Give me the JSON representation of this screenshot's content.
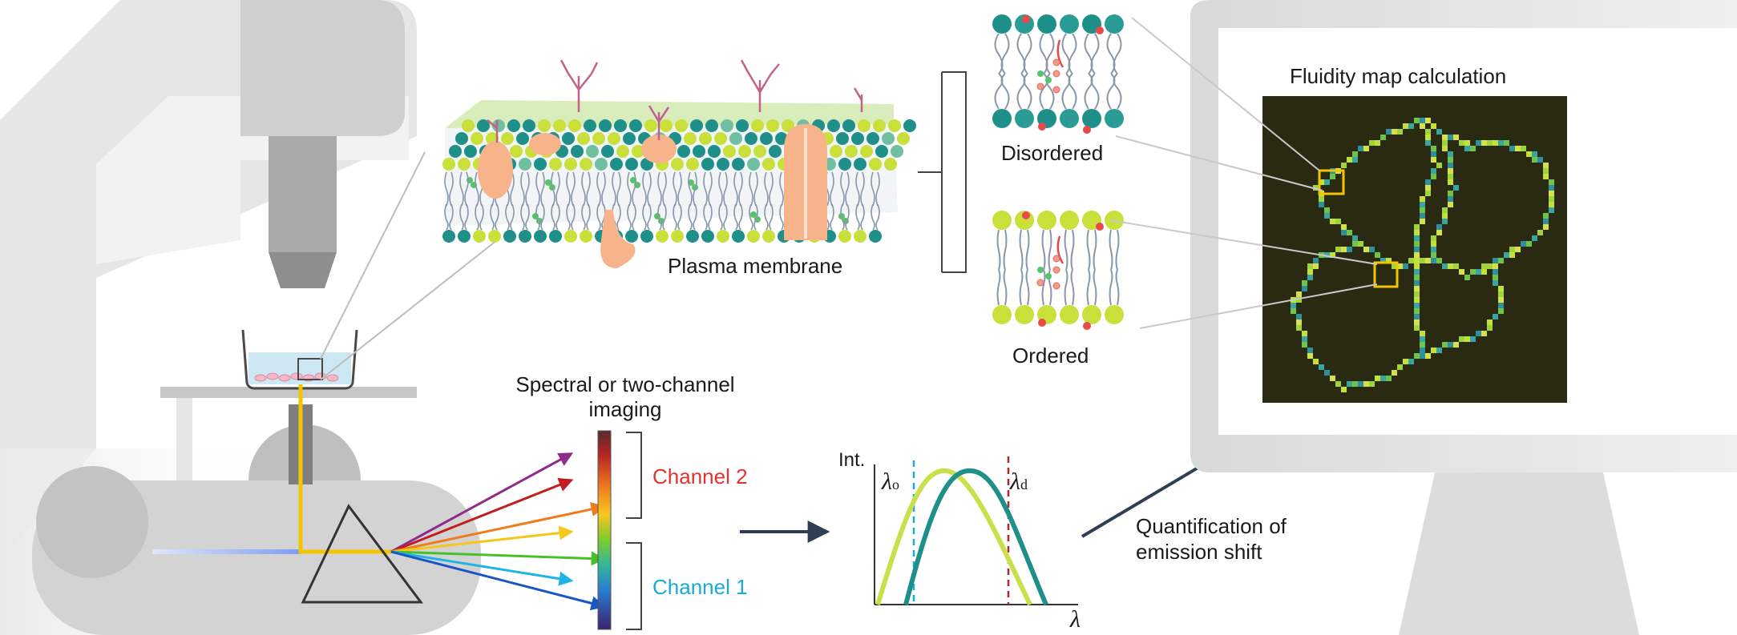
{
  "labels": {
    "plasma_membrane": "Plasma membrane",
    "disordered": "Disordered",
    "ordered": "Ordered",
    "fluidity_map": "Fluidity map calculation",
    "imaging_line1": "Spectral or two-channel",
    "imaging_line2": "imaging",
    "channel2": "Channel 2",
    "channel1": "Channel 1",
    "quant_line1": "Quantification of",
    "quant_line2": "emission shift",
    "int_axis": "Int.",
    "lambda_axis": "λ",
    "lambda_o": "λ",
    "lambda_o_sub": "o",
    "lambda_d": "λ",
    "lambda_d_sub": "d"
  },
  "colors": {
    "microscope": "#d7d7d7",
    "microscope_dark": "#bdbdbd",
    "beam": "#f5c400",
    "membrane_teal": "#1f8f8a",
    "membrane_yellow": "#c9df3a",
    "protein": "#f7b48a",
    "lipid_tail": "#8a97a8",
    "map_background": "#2a2a12",
    "map_cells": "#9fd43c",
    "highlight_box": "#f5c400",
    "arrow_dark": "#2f3e55",
    "channel2_red": "#e0342f",
    "channel1_cyan": "#1aaad6",
    "curve_ordered": "#c9e04a",
    "curve_disordered": "#1f8f8a"
  },
  "icons": {
    "microscope": "microscope-illustration",
    "prism": "prism-triangle-icon",
    "monitor": "computer-monitor-icon",
    "spectrum_bar": "color-spectrum-bar",
    "emission_plot": "emission-spectra-plot"
  },
  "spectrum_arrows": [
    "#8e2c8c",
    "#c21d1d",
    "#f07b1b",
    "#f5c71a",
    "#48c02a",
    "#1fb3e6",
    "#1a55c6"
  ],
  "spectrum_bar_colors": [
    "#5a2a2a",
    "#8a2a2a",
    "#b52424",
    "#d63a2a",
    "#e55a2a",
    "#ee7a20",
    "#f4a020",
    "#f6c61f",
    "#d6dc24",
    "#9ad02a",
    "#4fc03a",
    "#2fb59a",
    "#28a8d0",
    "#2a7ed0",
    "#2f4fb8",
    "#3a2f98",
    "#3a2170"
  ]
}
